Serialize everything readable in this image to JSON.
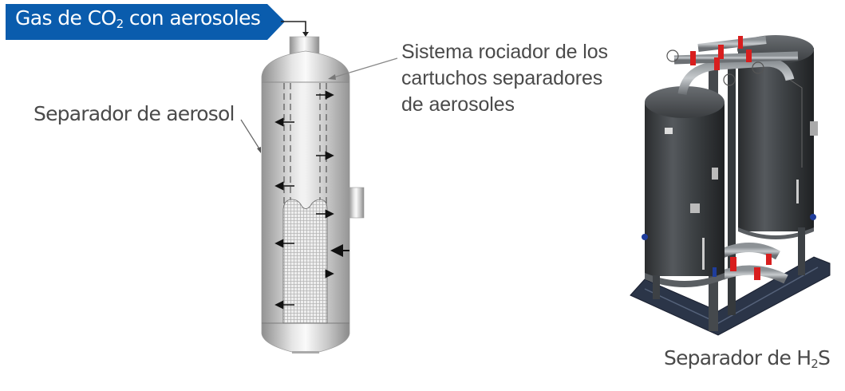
{
  "banner": {
    "text_before": "Gas de CO",
    "subscript": "2",
    "text_after": " con aerosoles",
    "color": "#0a5cad"
  },
  "labels": {
    "aerosol_separator": "Separador de aerosol",
    "spray_system": [
      "Sistema rociador de los",
      "cartuchos separadores",
      "de aerosoles"
    ],
    "h2s_separator": {
      "text_before": "Separador de H",
      "subscript": "2",
      "text_after": "S"
    },
    "text_color": "#4a4a4a"
  },
  "diagram": {
    "vessel": "aerosol-separator-vessel",
    "flow_arrows": [
      "right",
      "left",
      "right",
      "left",
      "right",
      "left",
      "inlet-left",
      "right",
      "left"
    ],
    "h2s_unit": "twin-tower-h2s-separator-skid",
    "accent_colors": {
      "vessel_gray": "#b8b8b8",
      "tower_dark": "#3c3f42",
      "valve_red": "#d81e1e",
      "frame_navy": "#2b3548",
      "lug_blue": "#1f3d9c"
    }
  }
}
